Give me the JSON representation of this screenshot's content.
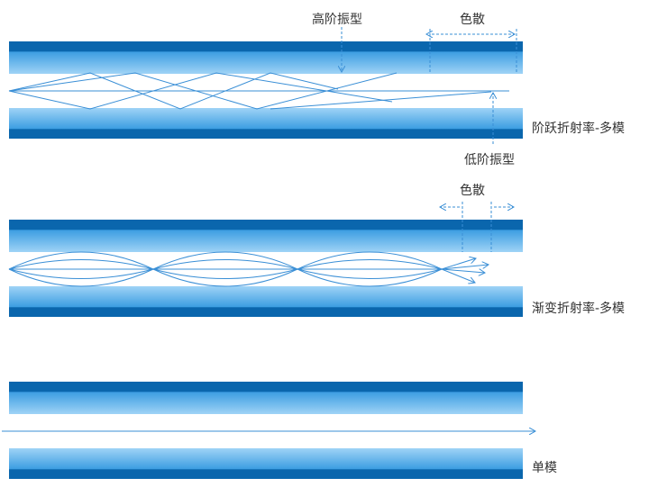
{
  "labels": {
    "high_order_mode": "高阶振型",
    "dispersion_top": "色散",
    "step_index_multimode": "阶跃折射率-多模",
    "low_order_mode": "低阶振型",
    "dispersion_middle": "色散",
    "graded_index_multimode": "渐变折射率-多模",
    "single_mode": "单模"
  },
  "colors": {
    "cladding_dark": "#0a66ad",
    "cladding_light": "#3ea2e6",
    "core": "#ffffff",
    "ray": "#3a8fd6",
    "text": "#333333"
  }
}
